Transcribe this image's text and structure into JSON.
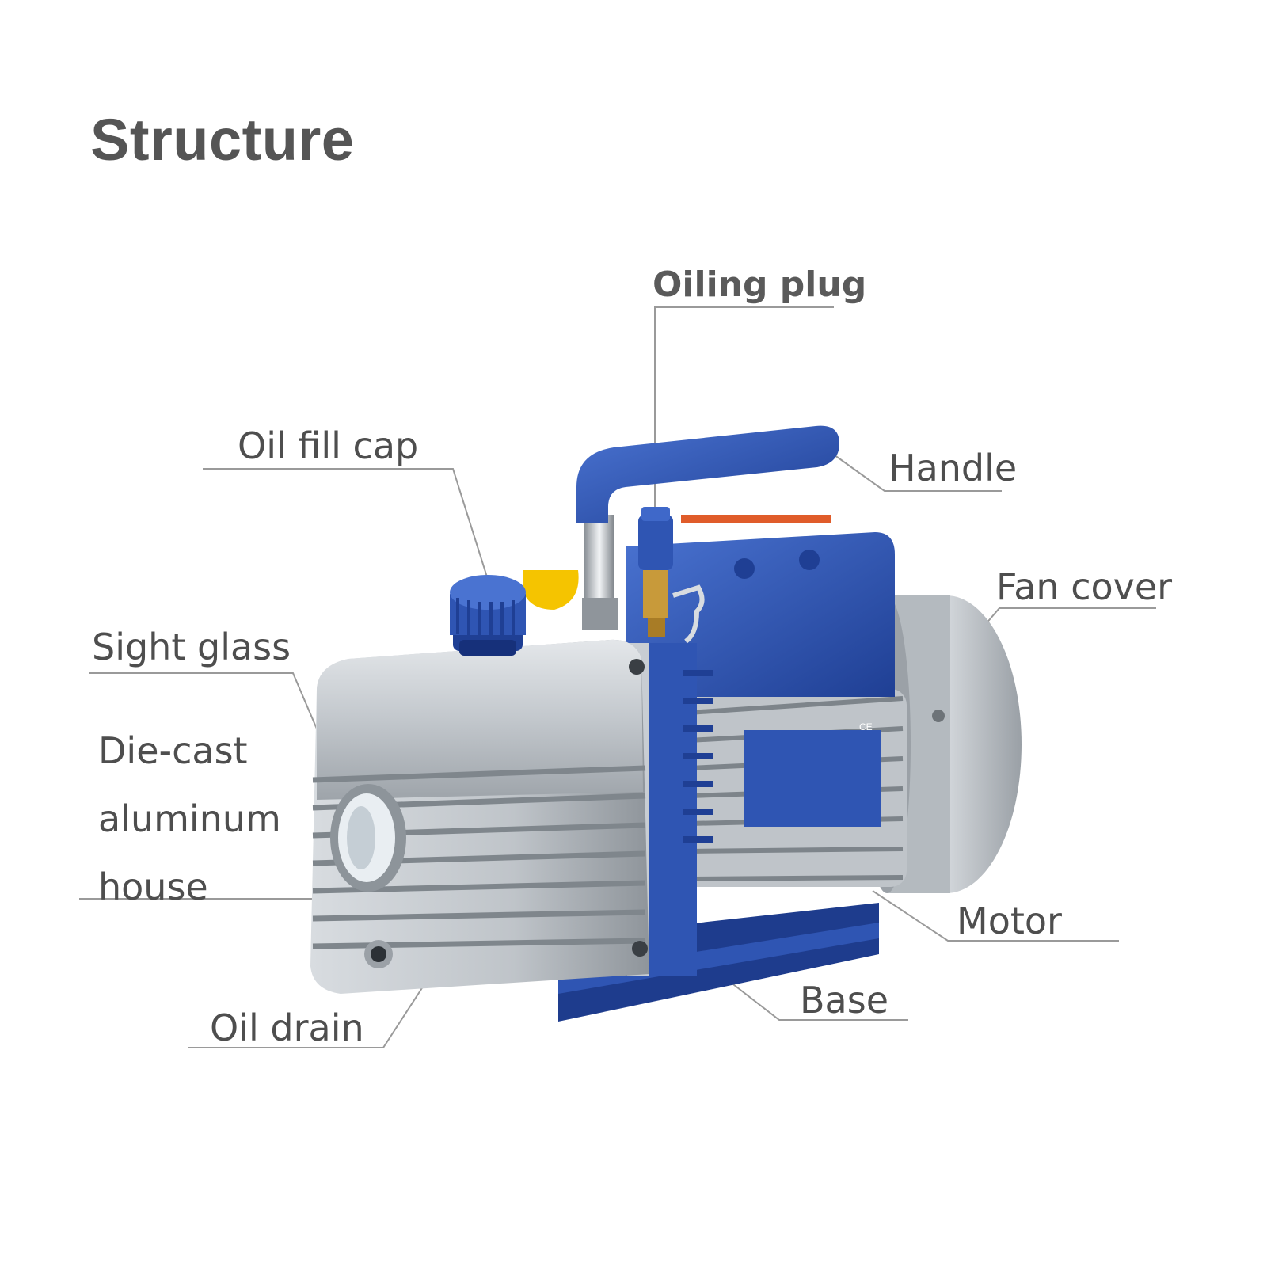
{
  "title": "Structure",
  "labels": {
    "oiling_plug": "Oiling plug",
    "oil_fill_cap": "Oil fill cap",
    "handle": "Handle",
    "fan_cover": "Fan cover",
    "sight_glass": "Sight glass",
    "die_cast_lines": [
      "Die-cast",
      "aluminum",
      "house"
    ],
    "motor": "Motor",
    "base": "Base",
    "oil_drain": "Oil drain"
  },
  "colors": {
    "pump_blue": "#2f55b3",
    "aluminum": "#c8cdd3",
    "cap_yellow": "#f5c400",
    "brass": "#c89a3a",
    "label_text": "#4e4e4e",
    "leader_line": "#9a9a9a"
  }
}
